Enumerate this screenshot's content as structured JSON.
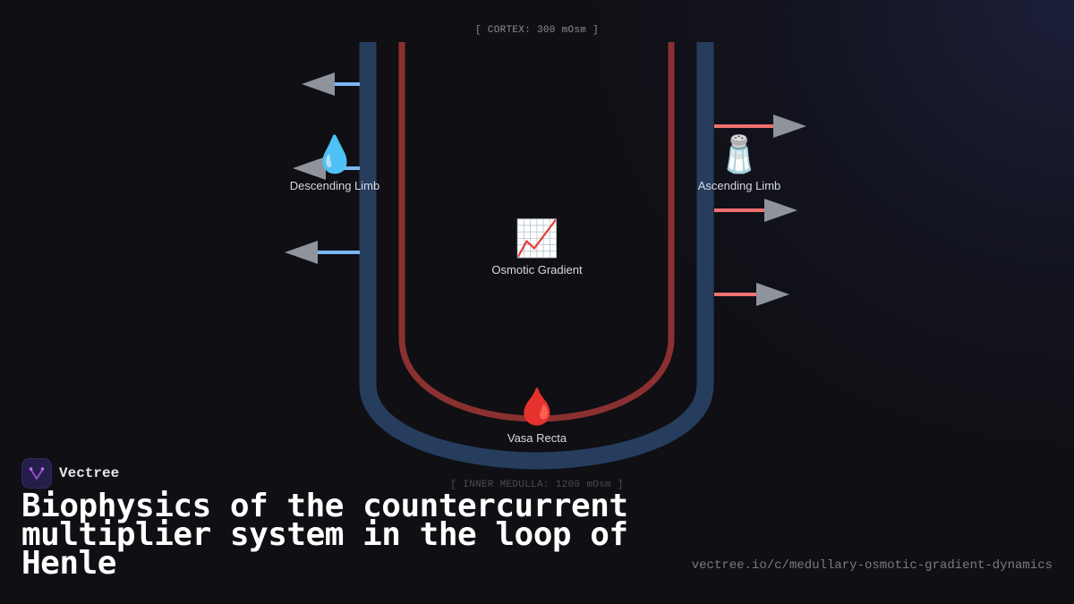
{
  "diagram": {
    "top_zone_label": "[ CORTEX: 300 mOsm ]",
    "bottom_zone_label": "[ INNER MEDULLA: 1200 mOsm ]",
    "nodes": [
      {
        "id": "descending",
        "icon": "water-droplet-icon",
        "emoji": "💧",
        "label": "Descending Limb"
      },
      {
        "id": "ascending",
        "icon": "salt-shaker-icon",
        "emoji": "🧂",
        "label": "Ascending Limb"
      },
      {
        "id": "gradient",
        "icon": "chart-increasing-icon",
        "emoji": "📈",
        "label": "Osmotic Gradient"
      },
      {
        "id": "vasa",
        "icon": "blood-drop-icon",
        "emoji": "🩸",
        "label": "Vasa Recta"
      }
    ],
    "colors": {
      "loop_tube": "#263d5e",
      "vasa_recta": "#8b3030",
      "water_arrow": "#7ab8f5",
      "salt_arrow": "#f07070",
      "arrowhead": "#8e939c"
    },
    "water_efflux_arrows": 3,
    "salt_efflux_arrows": 3
  },
  "brand": {
    "name": "Vectree"
  },
  "title": "Biophysics of the countercurrent multiplier system in the loop of Henle",
  "url": "vectree.io/c/medullary-osmotic-gradient-dynamics"
}
